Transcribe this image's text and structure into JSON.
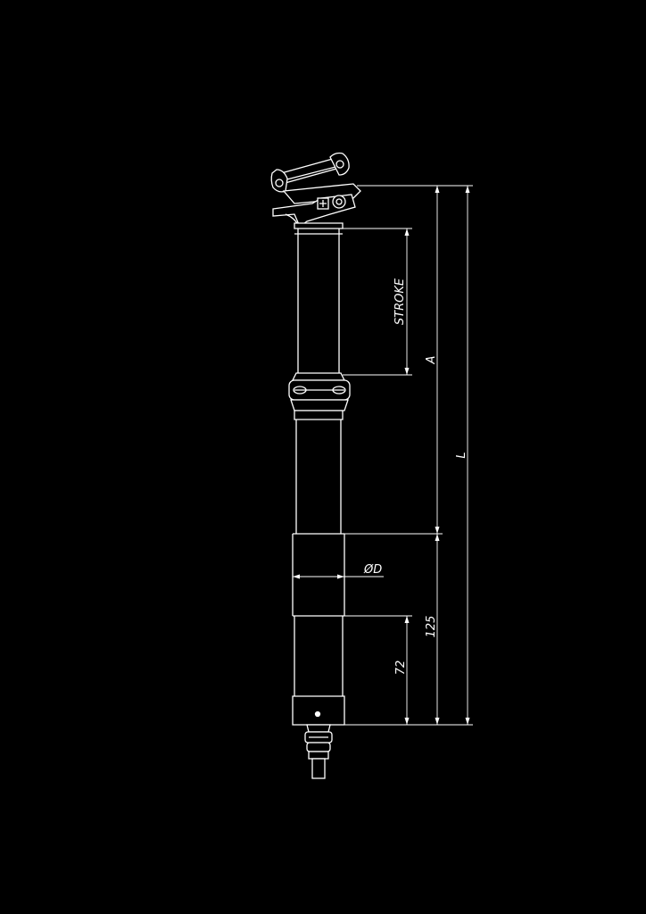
{
  "drawing": {
    "colors": {
      "background": "#000000",
      "line": "#ffffff"
    },
    "labels": {
      "stroke": "STROKE",
      "a": "A",
      "l": "L",
      "diameter": "ØD",
      "dim_125": "125",
      "dim_72": "72"
    }
  }
}
